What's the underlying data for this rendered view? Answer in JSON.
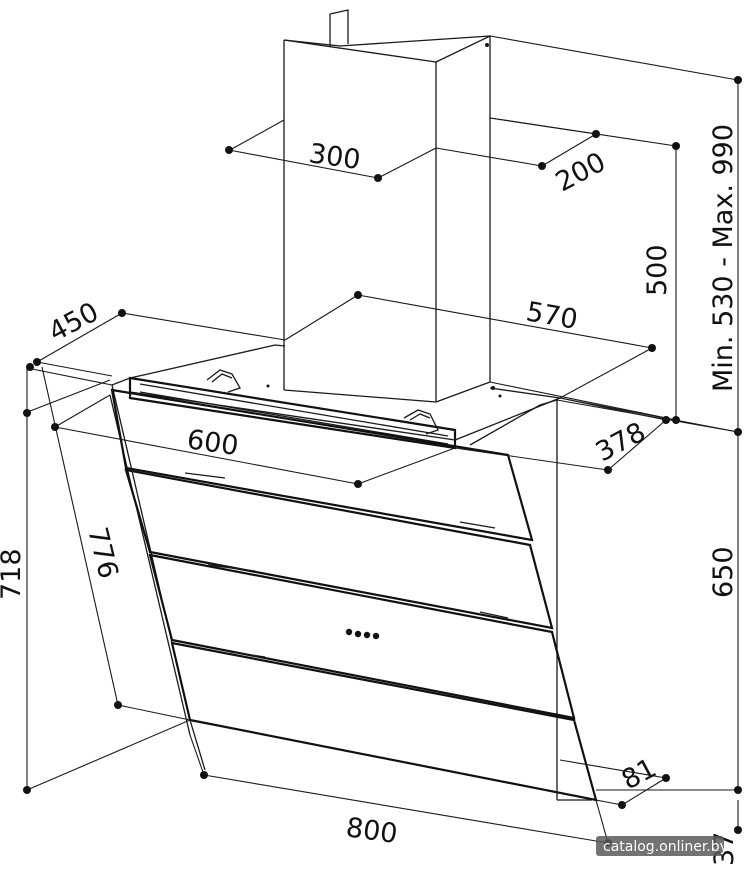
{
  "dimensions": {
    "chimney_width": "300",
    "chimney_depth": "200",
    "chimney_height": "500",
    "height_range": "Min. 530 - Max. 990",
    "top_depth": "450",
    "top_width": "570",
    "bracket_depth": "378",
    "inner_width": "600",
    "total_height": "718",
    "slant_length": "776",
    "body_height": "650",
    "front_offset": "81",
    "bottom_offset": "37",
    "total_width": "800"
  },
  "watermark": "catalog.onliner.by"
}
